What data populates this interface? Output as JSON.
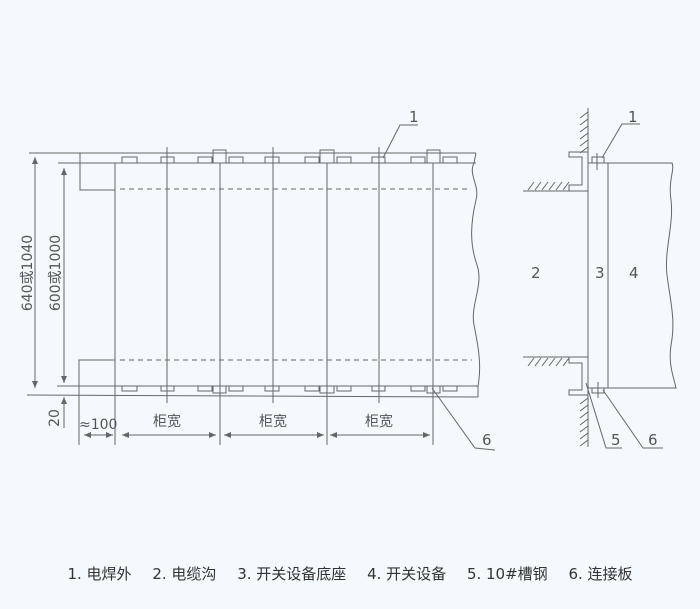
{
  "plan_view": {
    "dim_outer": "640或1040",
    "dim_inner": "600或1000",
    "dim_offset": "20",
    "dim_edge": "≈100",
    "cabinet_width_label": "柜宽",
    "callout_1": "1",
    "callout_6": "6"
  },
  "section_view": {
    "label_2": "2",
    "label_3": "3",
    "label_4": "4",
    "callout_1": "1",
    "callout_5": "5",
    "callout_6": "6"
  },
  "legend": [
    "1. 电焊外",
    "2. 电缆沟",
    "3. 开关设备底座",
    "4. 开关设备",
    "5. 10#槽钢",
    "6. 连接板"
  ]
}
